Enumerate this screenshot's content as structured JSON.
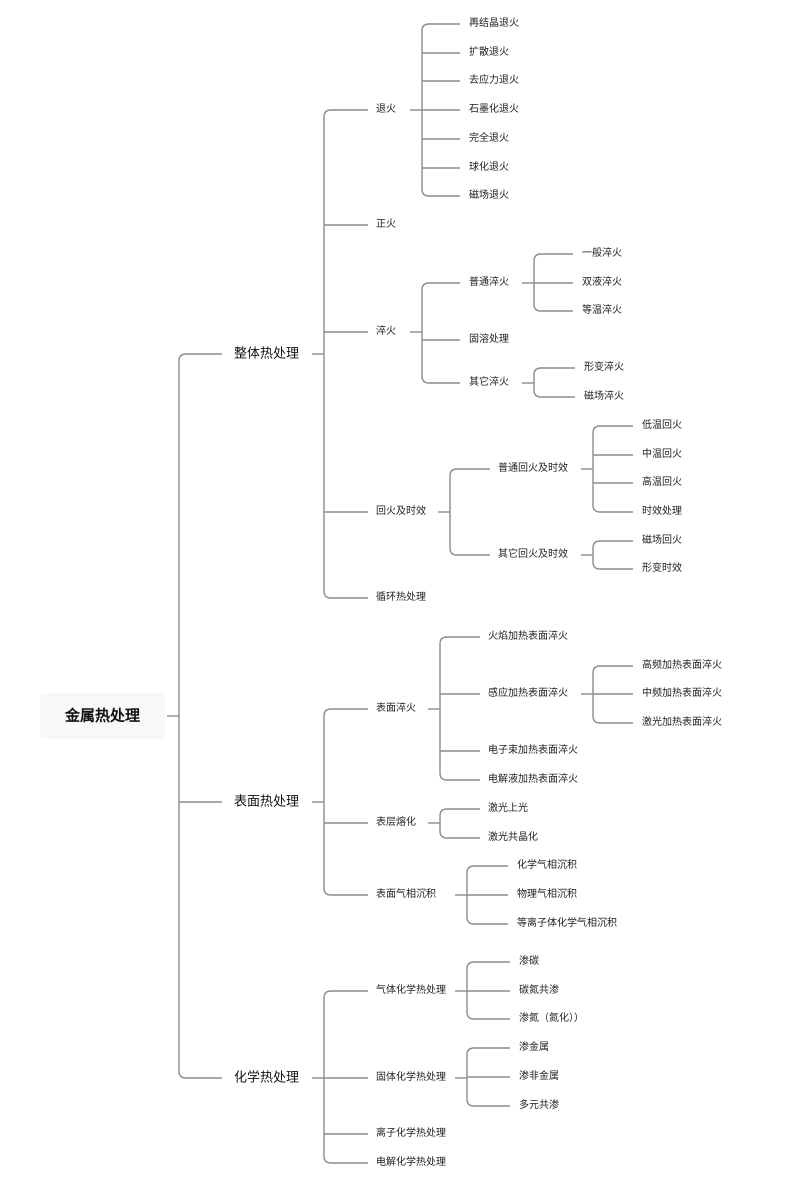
{
  "root": {
    "label": "金属热处理",
    "children": [
      {
        "label": "整体热处理",
        "children": [
          {
            "label": "退火",
            "children": [
              {
                "label": "再结晶退火"
              },
              {
                "label": "扩散退火"
              },
              {
                "label": "去应力退火"
              },
              {
                "label": "石墨化退火"
              },
              {
                "label": "完全退火"
              },
              {
                "label": "球化退火"
              },
              {
                "label": "磁场退火"
              }
            ]
          },
          {
            "label": "正火"
          },
          {
            "label": "淬火",
            "children": [
              {
                "label": "普通淬火",
                "children": [
                  {
                    "label": "一般淬火"
                  },
                  {
                    "label": "双液淬火"
                  },
                  {
                    "label": "等温淬火"
                  }
                ]
              },
              {
                "label": "固溶处理"
              },
              {
                "label": "其它淬火",
                "children": [
                  {
                    "label": "形变淬火"
                  },
                  {
                    "label": "磁场淬火"
                  }
                ]
              }
            ]
          },
          {
            "label": "回火及时效",
            "children": [
              {
                "label": "普通回火及时效",
                "children": [
                  {
                    "label": "低温回火"
                  },
                  {
                    "label": "中温回火"
                  },
                  {
                    "label": "高温回火"
                  },
                  {
                    "label": "时效处理"
                  }
                ]
              },
              {
                "label": "其它回火及时效",
                "children": [
                  {
                    "label": "磁场回火"
                  },
                  {
                    "label": "形变时效"
                  }
                ]
              }
            ]
          },
          {
            "label": "循环热处理"
          }
        ]
      },
      {
        "label": "表面热处理",
        "children": [
          {
            "label": "表面淬火",
            "children": [
              {
                "label": "火焰加热表面淬火"
              },
              {
                "label": "感应加热表面淬火",
                "children": [
                  {
                    "label": "高频加热表面淬火"
                  },
                  {
                    "label": "中频加热表面淬火"
                  },
                  {
                    "label": "激光加热表面淬火"
                  }
                ]
              },
              {
                "label": "电子束加热表面淬火"
              },
              {
                "label": "电解液加热表面淬火"
              }
            ]
          },
          {
            "label": "表层熔化",
            "children": [
              {
                "label": "激光上光"
              },
              {
                "label": "激光共晶化"
              }
            ]
          },
          {
            "label": "表面气相沉积",
            "children": [
              {
                "label": "化学气相沉积"
              },
              {
                "label": "物理气相沉积"
              },
              {
                "label": "等离子体化学气相沉积"
              }
            ]
          }
        ]
      },
      {
        "label": "化学热处理",
        "children": [
          {
            "label": "气体化学热处理",
            "children": [
              {
                "label": "渗碳"
              },
              {
                "label": "碳氮共渗"
              },
              {
                "label": "渗氮（氮化））"
              }
            ]
          },
          {
            "label": "固体化学热处理",
            "children": [
              {
                "label": "渗金属"
              },
              {
                "label": "渗非金属"
              },
              {
                "label": "多元共渗"
              }
            ]
          },
          {
            "label": "离子化学热处理"
          },
          {
            "label": "电解化学热处理"
          }
        ]
      }
    ]
  }
}
